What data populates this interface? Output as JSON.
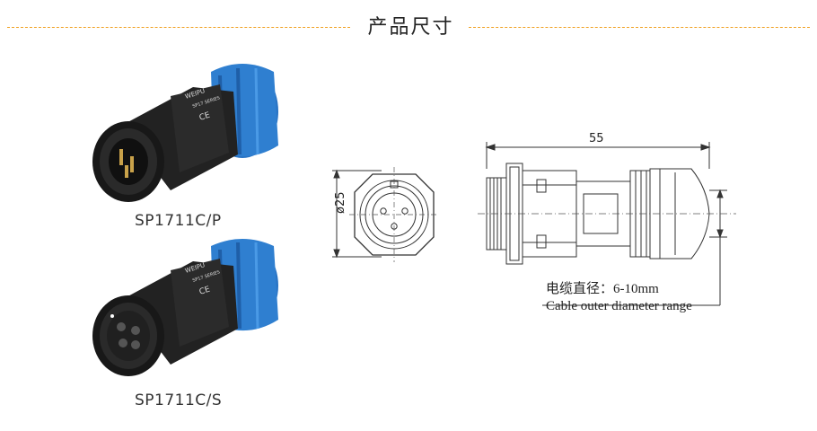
{
  "header": {
    "title": "产品尺寸"
  },
  "products": [
    {
      "caption": "SP1711C/P",
      "label_top": "WEIPU",
      "label_mid": "SP17 SERIES",
      "label_mark": "CE"
    },
    {
      "caption": "SP1711C/S",
      "label_top": "WEIPU",
      "label_mid": "SP17 SERIES",
      "label_mark": "CE"
    }
  ],
  "drawing": {
    "front_diameter": "ø25",
    "length": "55",
    "cable_range_cn": "电缆直径：6-10mm",
    "cable_range_en": "Cable outer  diameter range"
  },
  "colors": {
    "accent_dash": "#f0a020",
    "cap_blue": "#2f7fd0",
    "body_black": "#1c1c1c",
    "line": "#333333"
  }
}
